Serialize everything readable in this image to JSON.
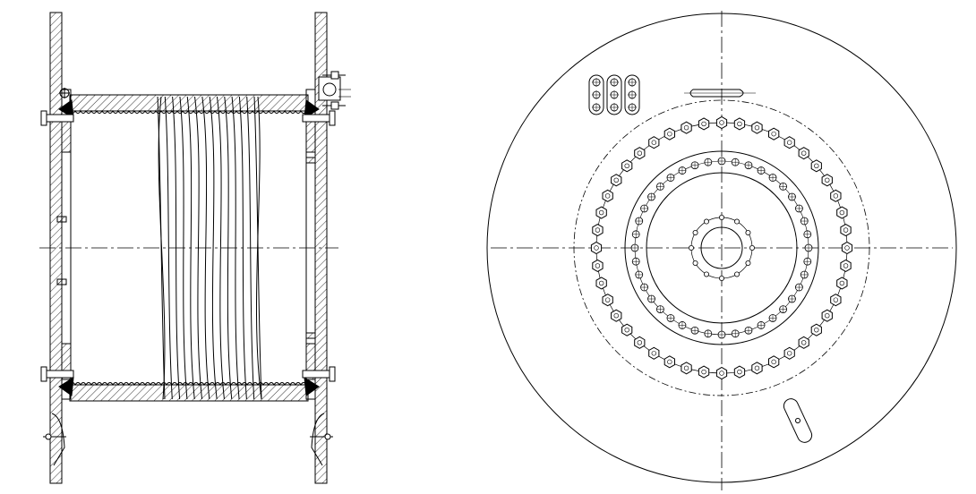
{
  "drawing": {
    "line_color": "#000000",
    "background": "#ffffff",
    "views": [
      {
        "id": "side-section",
        "kind": "cable drum side section with grooved barrel and hatched flanges"
      },
      {
        "id": "front-view",
        "kind": "drum flange face view with bolt circles"
      }
    ],
    "features": {
      "barrel_grooves": 14,
      "outer_bolt_circle_holes": 44,
      "middle_bolt_circle_holes": 40,
      "hub_bolt_circle_holes": 12,
      "slot_groups": 3
    }
  }
}
